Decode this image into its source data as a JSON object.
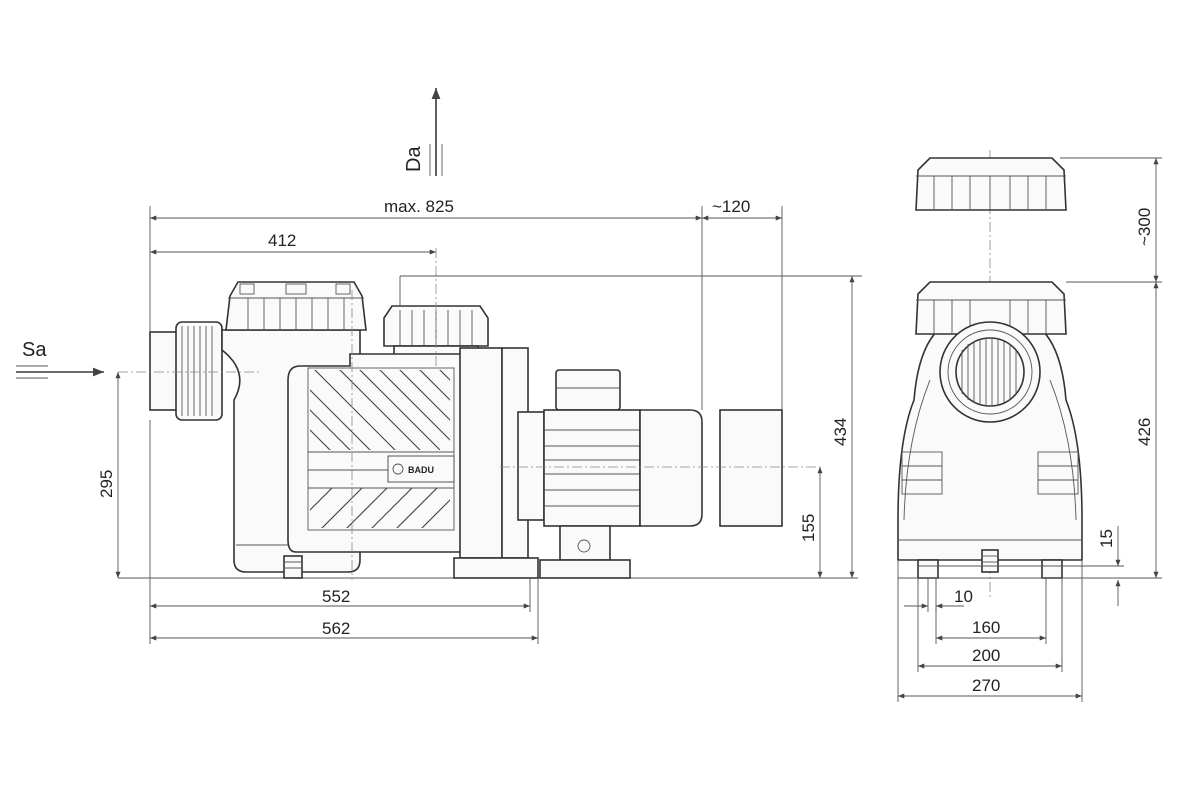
{
  "flow_labels": {
    "suction": "Sa",
    "discharge": "Da"
  },
  "brand": "BADU",
  "dimensions": {
    "overall_length": "max. 825",
    "motor_cover_clearance": "~120",
    "suction_to_shaft_length": "412",
    "suction_axis_height": "295",
    "total_height": "434",
    "shaft_height": "155",
    "base_length": "552",
    "overall_base_length": "562",
    "lid_removal_clearance": "~300",
    "front_height": "426",
    "foot_height": "15",
    "foot_offset": "10",
    "hole_spacing": "160",
    "foot_width": "200",
    "overall_width": "270"
  }
}
